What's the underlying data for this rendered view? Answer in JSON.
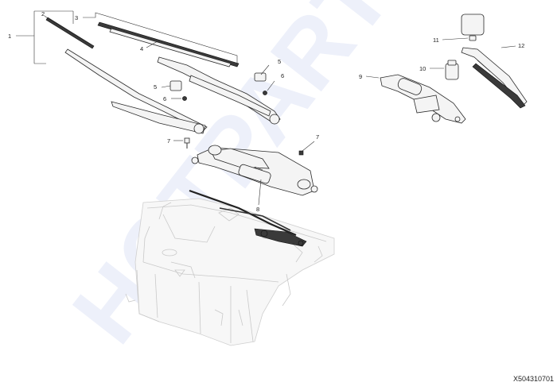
{
  "watermark": "HOTPARTS",
  "diagram_code": "X504310701",
  "callouts": {
    "c1": "1",
    "c2": "2",
    "c3": "3",
    "c4": "4",
    "c5a": "5",
    "c5b": "5",
    "c6a": "6",
    "c6b": "6",
    "c7a": "7",
    "c7b": "7",
    "c8": "8",
    "c9": "9",
    "c10": "10",
    "c11": "11",
    "c12": "12"
  }
}
